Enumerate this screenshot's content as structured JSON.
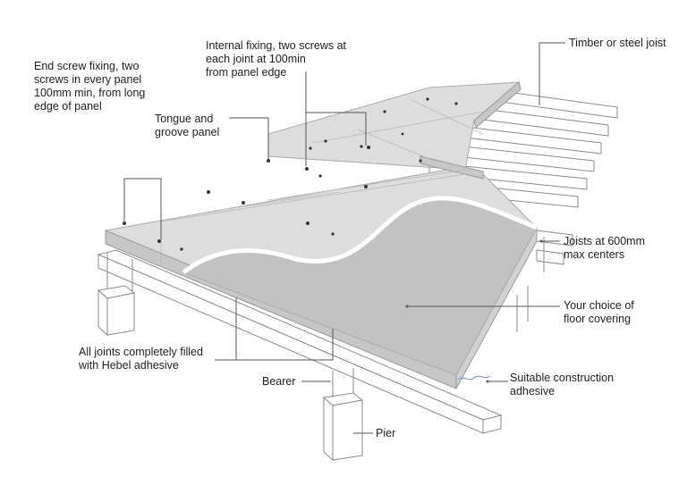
{
  "labels": {
    "end_screw": "End screw fixing, two\nscrews in every panel\n100mm min, from long\nedge of panel",
    "internal_fixing": "Internal fixing, two screws at\neach joint at 100min\nfrom panel edge",
    "timber_joist": "Timber or steel joist",
    "tongue_groove": "Tongue and\ngroove panel",
    "joists_spacing": "Joists at 600mm\nmax centers",
    "floor_covering": "Your choice of\nfloor covering",
    "joints_filled": "All joints completely filled\nwith Hebel adhesive",
    "construction_adhesive": "Suitable construction\nadhesive",
    "bearer": "Bearer",
    "pier": "Pier"
  },
  "colors": {
    "panel_top": "#dcdcdc",
    "panel_edge": "#c7c7c7",
    "covering": "#bfbfbf",
    "lines": "#555555",
    "frame": "#8a8a8a"
  }
}
